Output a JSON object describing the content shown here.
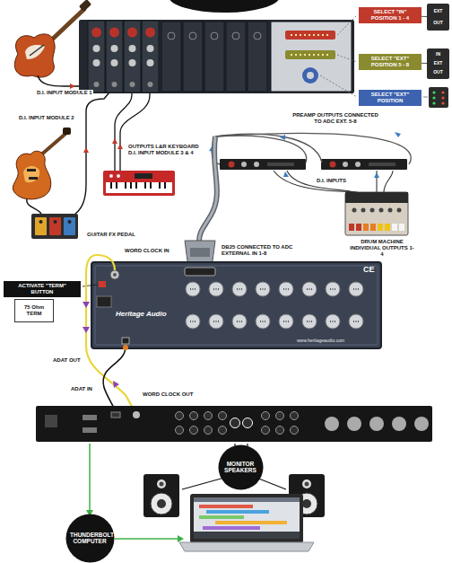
{
  "diagram": {
    "nodes": [
      {
        "text": [
          "SELECT \"IN\" POSITION 1 - 4"
        ]
      },
      {
        "text": [
          "EXT",
          "OUT"
        ]
      },
      {
        "text": [
          "SELECT \"EXT\" POSITION 5 - 8"
        ]
      },
      {
        "text": [
          "IN",
          "EXT",
          "OUT"
        ]
      },
      {
        "text": [
          "SELECT \"EXT\" POSITION"
        ]
      },
      {
        "text": [
          "ACTIVATE \"TERM\" BUTTON"
        ]
      },
      {
        "text": [
          "75 Ohm TERM"
        ]
      },
      {
        "text": [
          "MONITOR SPEAKERS"
        ]
      },
      {
        "text": [
          "THUNDERBOLT COMPUTER"
        ]
      }
    ],
    "edges": [
      {
        "from": 0,
        "to": 1,
        "arrow": "none"
      },
      {
        "from": 2,
        "to": 3,
        "arrow": "none"
      }
    ],
    "labels": [
      "D.I. INPUT MODULE 1",
      "D.I. INPUT MODULE 2",
      "OUTPUTS L&R KEYBOARD D.I. INPUT MODULE 3 & 4",
      "PREAMP OUTPUTS CONNECTED TO ADC EXT. 5-8",
      "D.I. INPUTS",
      "DRUM MACHINE INDIVIDUAL OUTPUTS 1-4",
      "GUITAR FX PEDAL",
      "WORD CLOCK IN",
      "DB25 CONNECTED TO ADC EXTERNAL IN 1-8",
      "ADAT OUT",
      "ADAT IN",
      "WORD CLOCK OUT",
      "Heritage Audio",
      "CE",
      "www.heritageaudio.com"
    ]
  }
}
